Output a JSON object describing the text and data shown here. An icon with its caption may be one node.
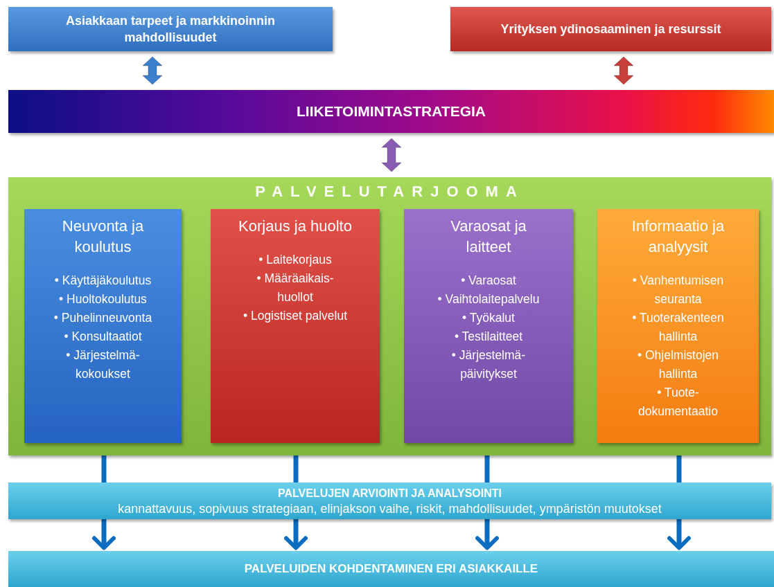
{
  "diagram": {
    "nodes": [
      {
        "text": [
          "Asiakkaan tarpeet ja markkinoinnin mahdollisuudet"
        ]
      },
      {
        "text": [
          "Yrityksen ydinosaaminen ja resurssit"
        ]
      },
      {
        "text": [
          "LIIKETOIMINTASTRATEGIA"
        ]
      },
      {
        "text": [
          "PALVELUTARJOOMA"
        ]
      },
      {
        "text": [
          "Neuvonta ja koulutus",
          "• Käyttäjäkoulutus",
          "• Huoltokoulutus",
          "• Puhelinneuvonta",
          "• Konsultaatiot",
          "• Järjestelmä- kokoukset"
        ],
        "in": 3
      },
      {
        "text": [
          "Korjaus ja huolto",
          "• Laitekorjaus",
          "• Määräaikais- huollot",
          "• Logistiset palvelut"
        ],
        "in": 3
      },
      {
        "text": [
          "Varaosat ja laitteet",
          "• Varaosat",
          "• Vaihtolaitepalvelu",
          "• Työkalut",
          "• Testilaitteet",
          "• Järjestelmä- päivitykset"
        ],
        "in": 3
      },
      {
        "text": [
          "Informaatio ja analyysit",
          "• Vanhentumisen seuranta",
          "• Tuoterakenteen hallinta",
          "• Ohjelmistojen hallinta",
          "• Tuote- dokumentaatio"
        ],
        "in": 3
      },
      {
        "text": [
          "PALVELUJEN ARVIOINTI JA ANALYSOINTI",
          "kannattavuus, sopivuus strategiaan, elinjakson vaihe, riskit, mahdollisuudet, ympäristön muutokset"
        ]
      },
      {
        "text": [
          "PALVELUIDEN KOHDENTAMINEN ERI ASIAKKAILLE"
        ]
      }
    ],
    "edges": [
      {
        "from": 0,
        "to": 2,
        "arrow": "both",
        "style": "thick",
        "color": "#3c7fcc"
      },
      {
        "from": 1,
        "to": 2,
        "arrow": "both",
        "style": "thick",
        "color": "#c8403a"
      },
      {
        "from": 2,
        "to": 3,
        "arrow": "both",
        "style": "thick",
        "color": "#8a5cb4"
      },
      {
        "from": 3,
        "to": 8,
        "arrow": "none"
      },
      {
        "from": 3,
        "to": 8,
        "arrow": "none"
      },
      {
        "from": 3,
        "to": 8,
        "arrow": "none"
      },
      {
        "from": 3,
        "to": 8,
        "arrow": "none"
      },
      {
        "from": 8,
        "to": 9,
        "arrow": "to"
      },
      {
        "from": 8,
        "to": 9,
        "arrow": "to"
      },
      {
        "from": 8,
        "to": 9,
        "arrow": "to"
      },
      {
        "from": 8,
        "to": 9,
        "arrow": "to"
      }
    ]
  }
}
